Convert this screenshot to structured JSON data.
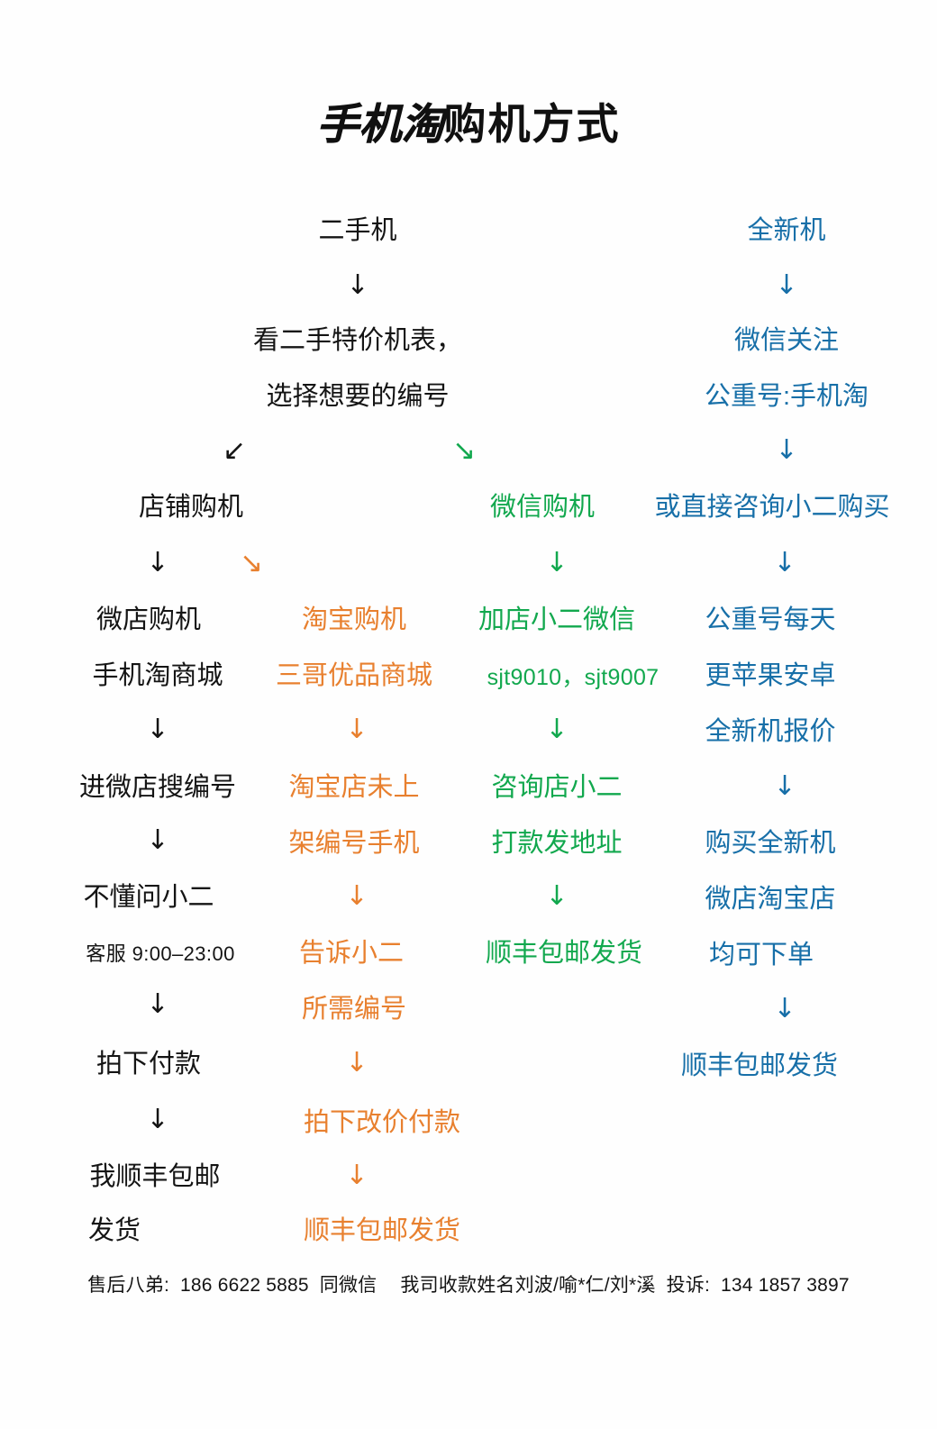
{
  "title": {
    "brush_part": "手机淘",
    "plain_part": "购机方式",
    "full": "手机淘购机方式"
  },
  "colors": {
    "black": "#141414",
    "orange": "#e8802f",
    "green": "#12a84e",
    "blue": "#176fa8",
    "background": "#fefefe"
  },
  "arrows": {
    "down": "↓",
    "down_left": "↙",
    "down_right": "↘"
  },
  "branches": {
    "used_phone": {
      "heading": "二手机",
      "step_line1": "看二手特价机表，",
      "step_line2": "选择想要的编号"
    },
    "new_phone": {
      "heading": "全新机",
      "step_line1": "微信关注",
      "step_line2": "公重号:手机淘",
      "step_line3": "或直接咨询小二购买"
    },
    "store_purchase": "店铺购机",
    "wechat_purchase": "微信购机"
  },
  "columns": {
    "weidian": {
      "name": "微店购机",
      "steps": [
        "微店购机",
        "手机淘商城",
        "进微店搜编号",
        "不懂问小二",
        "客服 9:00–23:00",
        "拍下付款",
        "我顺丰包邮",
        "发货"
      ]
    },
    "taobao": {
      "name": "淘宝购机",
      "steps": [
        "淘宝购机",
        "三哥优品商城",
        "淘宝店未上",
        "架编号手机",
        "告诉小二",
        "所需编号",
        "拍下改价付款",
        "顺丰包邮发货"
      ]
    },
    "wechat": {
      "name": "微信购机",
      "steps": [
        "加店小二微信",
        "sjt9010，sjt9007",
        "咨询店小二",
        "打款发地址",
        "顺丰包邮发货"
      ]
    },
    "newphone": {
      "name": "全新机",
      "steps": [
        "公重号每天",
        "更苹果安卓",
        "全新机报价",
        "购买全新机",
        "微店淘宝店",
        "均可下单",
        "顺丰包邮发货"
      ]
    }
  },
  "footer": {
    "aftersales_label": "售后八弟:",
    "aftersales_phone": "186 6622 5885",
    "aftersales_note": "同微信",
    "payee_text": "我司收款姓名刘波/喻*仁/刘*溪",
    "complaint_label": "投诉:",
    "complaint_phone": "134 1857 3897"
  }
}
